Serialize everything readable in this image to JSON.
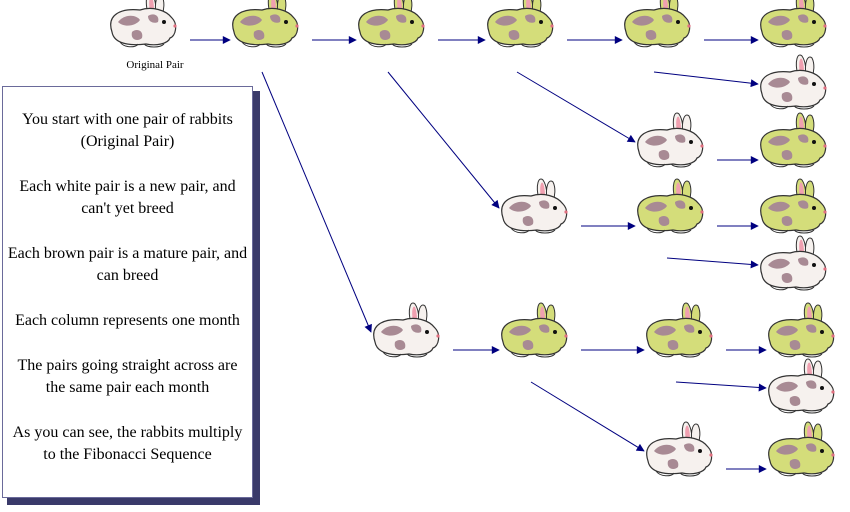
{
  "caption": "Original Pair",
  "info": [
    "You start with one pair of rabbits (Original Pair)",
    "Each white pair is a new pair, and can't yet breed",
    "Each brown pair is a mature pair, and can breed",
    "Each column represents one month",
    "The pairs going straight across are the same pair each month",
    "As you can see, the rabbits multiply to the Fibonacci Sequence"
  ],
  "colors": {
    "arrow": "#000080",
    "mature": "#d4dd7a",
    "newborn": "#f6f1ee",
    "spot": "#a88a94"
  },
  "rabbits": [
    {
      "id": "r0",
      "kind": "newborn"
    },
    {
      "id": "r1",
      "kind": "mature"
    },
    {
      "id": "r2",
      "kind": "mature"
    },
    {
      "id": "r3",
      "kind": "mature"
    },
    {
      "id": "r4",
      "kind": "mature"
    },
    {
      "id": "r5",
      "kind": "mature"
    },
    {
      "id": "r6",
      "kind": "newborn"
    },
    {
      "id": "r7",
      "kind": "newborn"
    },
    {
      "id": "r8",
      "kind": "mature"
    },
    {
      "id": "r9",
      "kind": "newborn"
    },
    {
      "id": "r10",
      "kind": "mature"
    },
    {
      "id": "r11",
      "kind": "mature"
    },
    {
      "id": "r12",
      "kind": "newborn"
    },
    {
      "id": "r13",
      "kind": "newborn"
    },
    {
      "id": "r14",
      "kind": "mature"
    },
    {
      "id": "r15",
      "kind": "mature"
    },
    {
      "id": "r16",
      "kind": "mature"
    },
    {
      "id": "r17",
      "kind": "newborn"
    },
    {
      "id": "r18",
      "kind": "newborn"
    },
    {
      "id": "r19",
      "kind": "mature"
    }
  ],
  "arrows": [
    {
      "from": "r0",
      "to": "r1"
    },
    {
      "from": "r1",
      "to": "r2"
    },
    {
      "from": "r2",
      "to": "r3"
    },
    {
      "from": "r3",
      "to": "r4"
    },
    {
      "from": "r4",
      "to": "r5"
    },
    {
      "from": "r4",
      "to": "r6"
    },
    {
      "from": "r3",
      "to": "r7"
    },
    {
      "from": "r7",
      "to": "r8"
    },
    {
      "from": "r2",
      "to": "r9"
    },
    {
      "from": "r9",
      "to": "r10"
    },
    {
      "from": "r10",
      "to": "r11"
    },
    {
      "from": "r10",
      "to": "r12"
    },
    {
      "from": "r1",
      "to": "r13"
    },
    {
      "from": "r13",
      "to": "r14"
    },
    {
      "from": "r14",
      "to": "r15"
    },
    {
      "from": "r15",
      "to": "r16"
    },
    {
      "from": "r15",
      "to": "r17"
    },
    {
      "from": "r14",
      "to": "r18"
    },
    {
      "from": "r18",
      "to": "r19"
    }
  ]
}
